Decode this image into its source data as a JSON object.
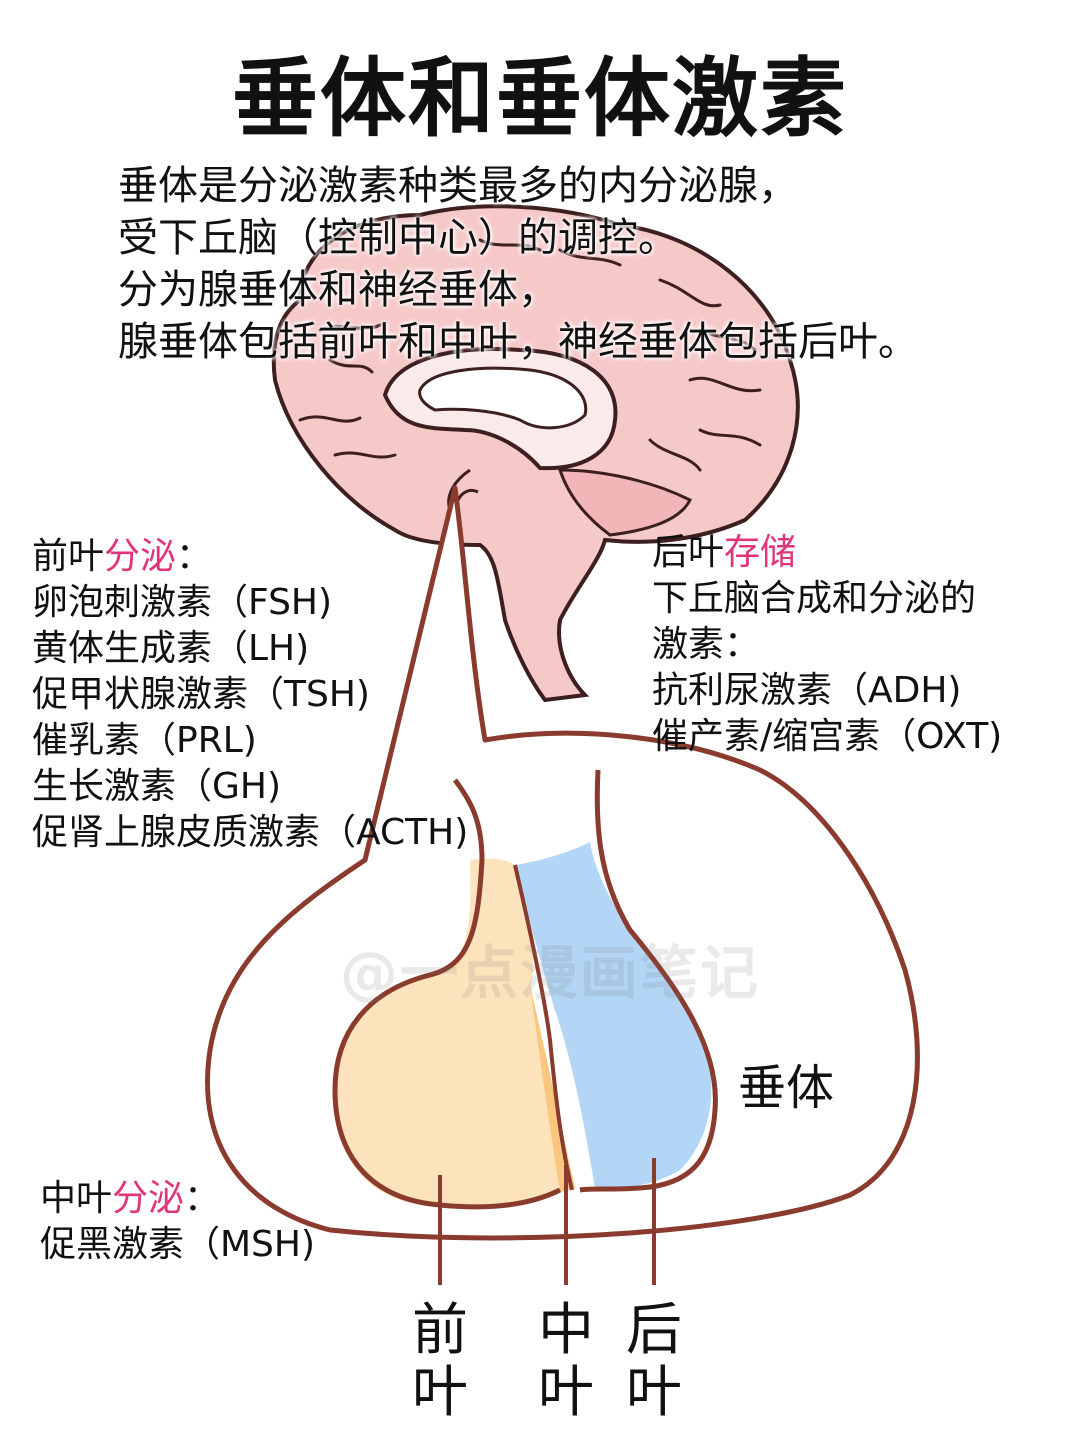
{
  "title": "垂体和垂体激素",
  "intro": [
    "垂体是分泌激素种类最多的内分泌腺，",
    "受下丘脑（控制中心）的调控。",
    "分为腺垂体和神经垂体，",
    "腺垂体包括前叶和中叶，神经垂体包括后叶。"
  ],
  "anterior": {
    "heading_prefix": "前叶",
    "heading_accent": "分泌",
    "heading_suffix": "：",
    "items": [
      "卵泡刺激素（FSH)",
      "黄体生成素（LH)",
      "促甲状腺激素（TSH)",
      "催乳素（PRL)",
      "生长激素（GH)",
      "促肾上腺皮质激素（ACTH)"
    ]
  },
  "posterior": {
    "heading_prefix": "后叶",
    "heading_accent": "存储",
    "lines": [
      "下丘脑合成和分泌的",
      "激素：",
      "抗利尿激素（ADH)",
      "催产素/缩宫素（OXT)"
    ]
  },
  "middle": {
    "heading_prefix": "中叶",
    "heading_accent": "分泌",
    "heading_suffix": "：",
    "items": [
      "促黑激素（MSH)"
    ]
  },
  "pituitary_label": "垂体",
  "lobe_labels": {
    "front": [
      "前",
      "叶"
    ],
    "mid": [
      "中",
      "叶"
    ],
    "back": [
      "后",
      "叶"
    ]
  },
  "watermark": "@一点漫画笔记",
  "colors": {
    "accent": "#e0357a",
    "brain_fill": "#f6c9c9",
    "outline": "#8a3b2e",
    "anterior_fill": "#fde3bc",
    "middle_fill": "#fbc77f",
    "posterior_fill": "#b3d6f7"
  }
}
